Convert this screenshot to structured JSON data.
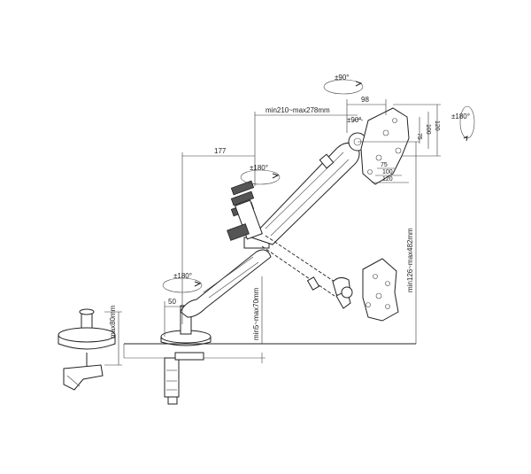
{
  "labels": {
    "rot_top": "±90°",
    "rot_right": "±180°",
    "rot_mid": "±180°",
    "rot_low": "±180°",
    "tilt": "±90°",
    "dim_98": "98",
    "dim_reach": "min210~max278mm",
    "dim_177": "177",
    "dim_50": "50",
    "dim_height": "min126~max482mm",
    "dim_base": "min5~max70mm",
    "dim_clamp": "max80mm",
    "vesa_75h": "75",
    "vesa_100h": "100",
    "vesa_120h": "120",
    "vesa_75v": "75",
    "vesa_100v": "100",
    "vesa_120v": "120"
  }
}
